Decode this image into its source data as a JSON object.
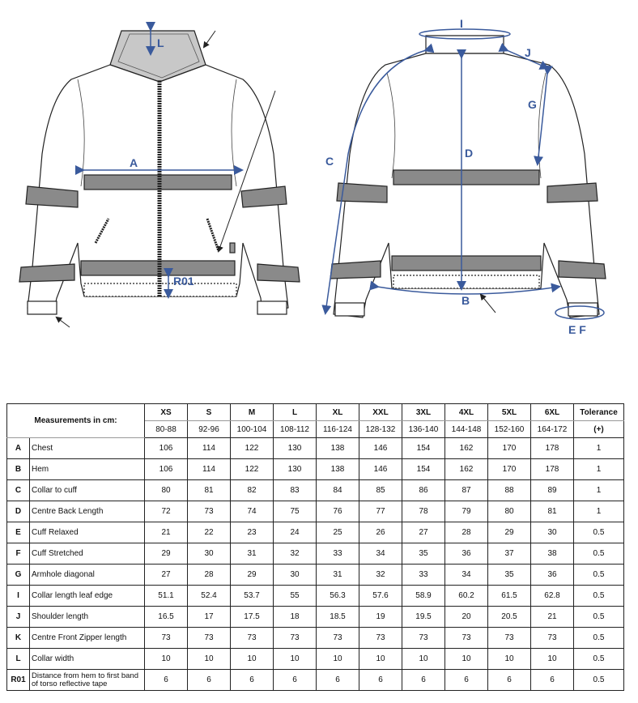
{
  "diagram": {
    "front_labels": {
      "L": "L",
      "A": "A",
      "R01": "R01"
    },
    "back_labels": {
      "I": "I",
      "J": "J",
      "G": "G",
      "C": "C",
      "D": "D",
      "B": "B",
      "EF": "E F"
    },
    "colors": {
      "annotation": "#3a5a9c",
      "stripe": "#8a8a8a",
      "collar": "#c8c8c8",
      "outline": "#222222"
    }
  },
  "table": {
    "header_label": "Measurements in cm:",
    "tolerance_label": "Tolerance",
    "tolerance_sub": "(+)",
    "sizes": [
      "XS",
      "S",
      "M",
      "L",
      "XL",
      "XXL",
      "3XL",
      "4XL",
      "5XL",
      "6XL"
    ],
    "ranges": [
      "80-88",
      "92-96",
      "100-104",
      "108-112",
      "116-124",
      "128-132",
      "136-140",
      "144-148",
      "152-160",
      "164-172"
    ],
    "rows": [
      {
        "code": "A",
        "name": "Chest",
        "values": [
          "106",
          "114",
          "122",
          "130",
          "138",
          "146",
          "154",
          "162",
          "170",
          "178"
        ],
        "tol": "1"
      },
      {
        "code": "B",
        "name": "Hem",
        "values": [
          "106",
          "114",
          "122",
          "130",
          "138",
          "146",
          "154",
          "162",
          "170",
          "178"
        ],
        "tol": "1"
      },
      {
        "code": "C",
        "name": "Collar to cuff",
        "values": [
          "80",
          "81",
          "82",
          "83",
          "84",
          "85",
          "86",
          "87",
          "88",
          "89"
        ],
        "tol": "1"
      },
      {
        "code": "D",
        "name": "Centre Back Length",
        "values": [
          "72",
          "73",
          "74",
          "75",
          "76",
          "77",
          "78",
          "79",
          "80",
          "81"
        ],
        "tol": "1"
      },
      {
        "code": "E",
        "name": "Cuff Relaxed",
        "values": [
          "21",
          "22",
          "23",
          "24",
          "25",
          "26",
          "27",
          "28",
          "29",
          "30"
        ],
        "tol": "0.5"
      },
      {
        "code": "F",
        "name": "Cuff Stretched",
        "values": [
          "29",
          "30",
          "31",
          "32",
          "33",
          "34",
          "35",
          "36",
          "37",
          "38"
        ],
        "tol": "0.5"
      },
      {
        "code": "G",
        "name": "Armhole diagonal",
        "values": [
          "27",
          "28",
          "29",
          "30",
          "31",
          "32",
          "33",
          "34",
          "35",
          "36"
        ],
        "tol": "0.5"
      },
      {
        "code": "I",
        "name": "Collar length leaf edge",
        "values": [
          "51.1",
          "52.4",
          "53.7",
          "55",
          "56.3",
          "57.6",
          "58.9",
          "60.2",
          "61.5",
          "62.8"
        ],
        "tol": "0.5"
      },
      {
        "code": "J",
        "name": "Shoulder length",
        "values": [
          "16.5",
          "17",
          "17.5",
          "18",
          "18.5",
          "19",
          "19.5",
          "20",
          "20.5",
          "21"
        ],
        "tol": "0.5"
      },
      {
        "code": "K",
        "name": "Centre Front Zipper length",
        "values": [
          "73",
          "73",
          "73",
          "73",
          "73",
          "73",
          "73",
          "73",
          "73",
          "73"
        ],
        "tol": "0.5"
      },
      {
        "code": "L",
        "name": "Collar width",
        "values": [
          "10",
          "10",
          "10",
          "10",
          "10",
          "10",
          "10",
          "10",
          "10",
          "10"
        ],
        "tol": "0.5"
      },
      {
        "code": "R01",
        "name": "Distance from hem to first band of torso reflective tape",
        "values": [
          "6",
          "6",
          "6",
          "6",
          "6",
          "6",
          "6",
          "6",
          "6",
          "6"
        ],
        "tol": "0.5"
      }
    ]
  }
}
